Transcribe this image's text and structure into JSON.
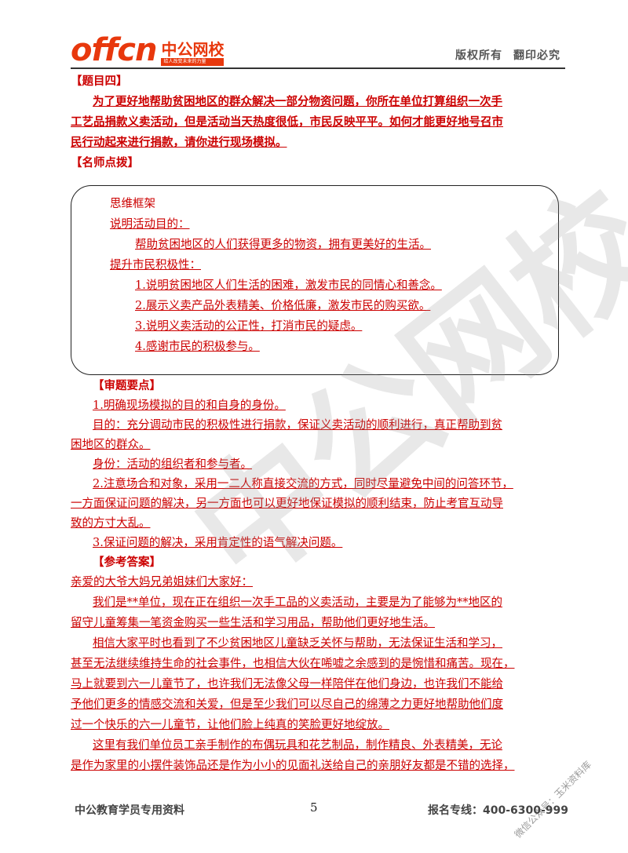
{
  "header": {
    "logo_word": "offcn",
    "logo_cn": "中公网校",
    "logo_slogan": "给人改变未来的力量",
    "rights_1": "版权所有",
    "rights_2": "翻印必究"
  },
  "question": {
    "label": "【题目四】",
    "lines": [
      "为了更好地帮助贫困地区的群众解决一部分物资问题，你所在单位打算组织一次手",
      "工艺品捐款义卖活动，但是活动当天热度很低，市民反映平平。如何才能更好地号召市",
      "民行动起来进行捐款，请你进行现场模拟。"
    ]
  },
  "tips_label": "【名师点拨】",
  "framework": {
    "title": "思维框架",
    "purpose_label": "说明活动目的：",
    "purpose_text": "帮助贫困地区的人们获得更多的物资，拥有更美好的生活。",
    "enthusiasm_label": "提升市民积极性：",
    "items": [
      "1.说明贫困地区人们生活的困难，激发市民的同情心和善念。",
      "2.展示义卖产品外表精美、价格低廉，激发市民的购买欲。",
      "3.说明义卖活动的公正性，打消市民的疑虑。",
      "4.感谢市民的积极参与。"
    ]
  },
  "key_points": {
    "label": "【审题要点】",
    "lines": [
      "1.明确现场模拟的目的和自身的身份。",
      "目的：充分调动市民的积极性进行捐款，保证义卖活动的顺利进行，真正帮助到贫",
      "困地区的群众。",
      "身份：活动的组织者和参与者。",
      "2.注意场合和对象，采用一二人称直接交流的方式，同时尽量避免中间的问答环节，",
      "一方面保证问题的解决，另一方面也可以更好地保证模拟的顺利结束，防止考官互动导",
      "致的方寸大乱。",
      "3.保证问题的解决，采用肯定性的语气解决问题。"
    ]
  },
  "answer": {
    "label": "【参考答案】",
    "lines": [
      "亲爱的大爷大妈兄弟姐妹们大家好：",
      "我们是**单位，现在正在组织一次手工品的义卖活动，主要是为了能够为**地区的",
      "留守儿童筹集一笔资金购买一些生活和学习用品，帮助他们更好地生活。",
      "相信大家平时也看到了不少贫困地区儿童缺乏关怀与帮助，无法保证生活和学习，",
      "甚至无法继续维持生命的社会事件，也相信大伙在唏嘘之余感到的是惋惜和痛苦。现在，",
      "马上就要到六一儿童节了，也许我们无法像父母一样陪伴在他们身边，也许我们不能给",
      "予他们更多的情感交流和关爱，但是至少我们可以尽自己的绵薄之力更好地帮助他们度",
      "过一个快乐的六一儿童节，让他们脸上纯真的笑脸更好地绽放。",
      "这里有我们单位员工亲手制作的布偶玩具和花艺制品，制作精良、外表精美，无论",
      "是作为家里的小摆件装饰品还是作为小小的见面礼送给自己的亲朋好友都是不错的选择，"
    ]
  },
  "watermark": "中公网校",
  "watermark_side": "微信公众号：玉米资料库",
  "footer": {
    "left": "中公教育学员专用资料",
    "page": "5",
    "right": "报名专线：400-6300-999"
  }
}
